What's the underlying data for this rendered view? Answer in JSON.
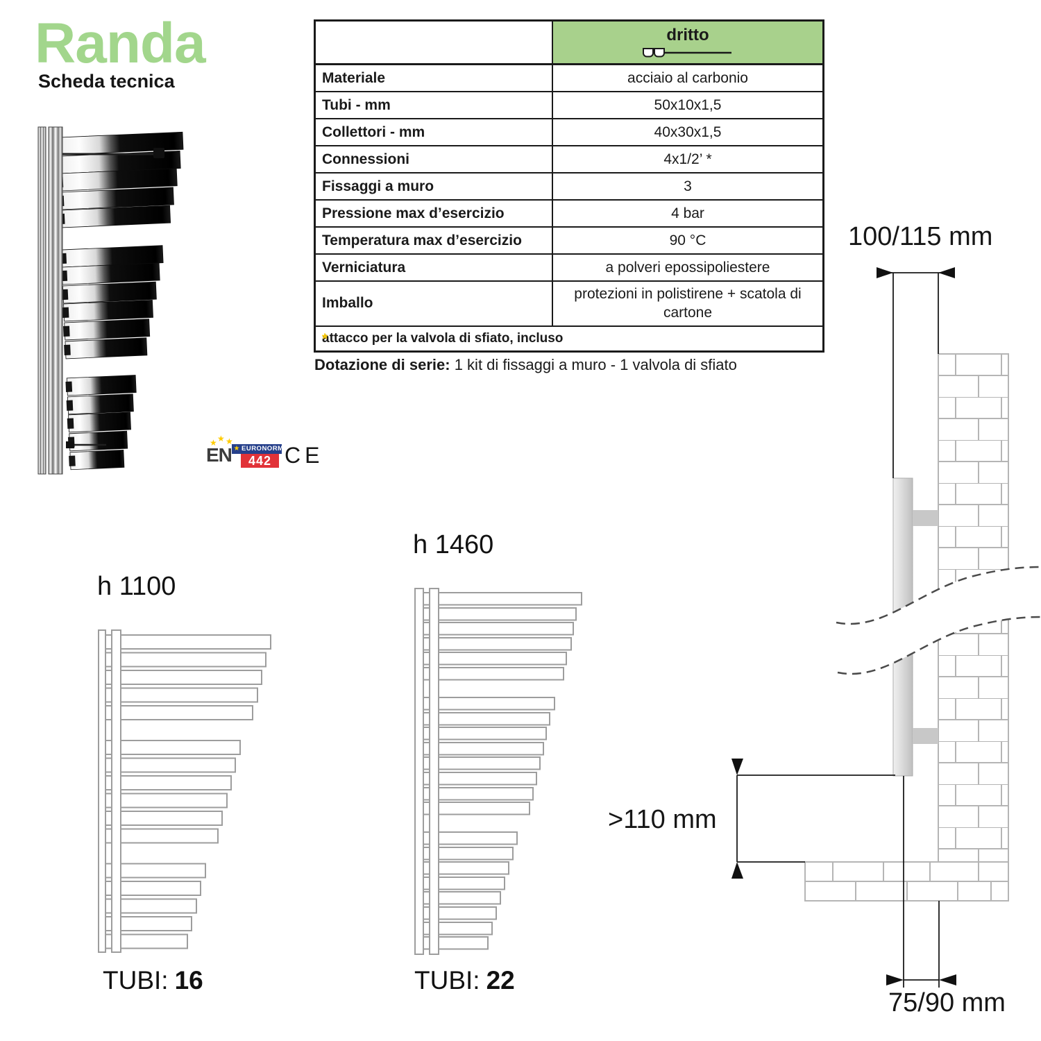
{
  "header": {
    "title": "Randa",
    "subtitle": "Scheda tecnica"
  },
  "spec_table": {
    "variant_header": "dritto",
    "rows": [
      {
        "label": "Materiale",
        "value": "acciaio al carbonio"
      },
      {
        "label": "Tubi - mm",
        "value": "50x10x1,5"
      },
      {
        "label": "Collettori - mm",
        "value": "40x30x1,5"
      },
      {
        "label": "Connessioni",
        "value": "4x1/2’ *"
      },
      {
        "label": "Fissaggi a muro",
        "value": "3"
      },
      {
        "label": "Pressione max d’esercizio",
        "value": "4 bar"
      },
      {
        "label": "Temperatura max d’esercizio",
        "value": "90 °C"
      },
      {
        "label": "Verniciatura",
        "value": "a polveri epossipoliestere"
      },
      {
        "label": "Imballo",
        "value": "protezioni in polistirene + scatola di cartone"
      }
    ],
    "footnote_star": "*",
    "footnote_text": "attacco per la valvola di sfiato, incluso"
  },
  "dotazione": {
    "label": "Dotazione di serie:",
    "text": " 1 kit di fissaggi a muro - 1 valvola di sfiato"
  },
  "certification": {
    "en": "EN",
    "euronorm": "EURONORM",
    "number": "442",
    "ce_mark": "CE",
    "star": "★"
  },
  "models": [
    {
      "height_label": "h 1100",
      "tubes_label": "TUBI:",
      "tubes_value": "16"
    },
    {
      "height_label": "h 1460",
      "tubes_label": "TUBI:",
      "tubes_value": "22"
    }
  ],
  "installation": {
    "top_dim": "100/115 mm",
    "clearance_dim": ">110 mm",
    "bottom_dim": "75/90 mm"
  },
  "colors": {
    "accent_green": "#a8d18c",
    "title_green": "#a2d68c",
    "drawing_gray": "#9d9d9d",
    "brick_gray": "#b5b5b5"
  }
}
